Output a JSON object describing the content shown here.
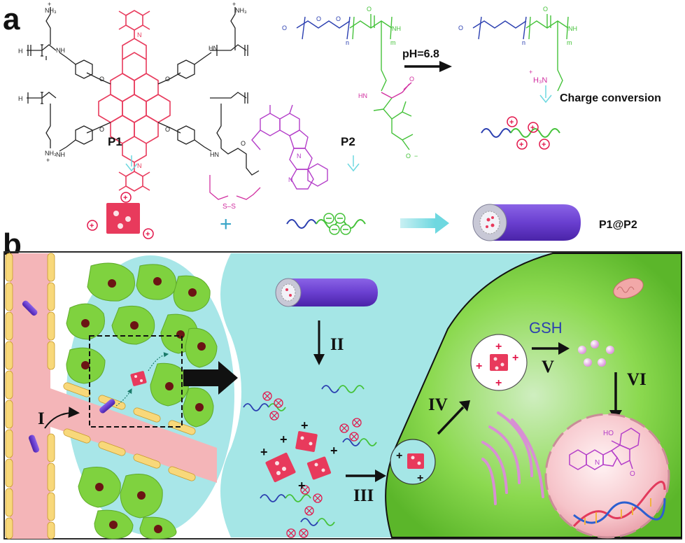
{
  "panels": {
    "a": "a",
    "b": "b"
  },
  "panel_a": {
    "polymer1_label": "P1",
    "polymer2_label": "P2",
    "ph_label": "pH=6.8",
    "charge_conversion": "Charge conversion",
    "complex_label": "P1@P2",
    "combine_symbol": "+",
    "subscripts": {
      "n": "n",
      "m": "m"
    },
    "atoms": {
      "NH3": "NH₃",
      "H3N": "H₃N",
      "N": "N",
      "O": "O",
      "H": "H",
      "NH": "NH",
      "HN": "HN",
      "plus": "+",
      "minus": "−",
      "S_S": "S–S",
      "HO": "HO"
    }
  },
  "panel_b": {
    "step_I": "I",
    "step_II": "II",
    "step_III": "III",
    "step_IV": "IV",
    "step_V": "V",
    "step_VI": "VI",
    "gsh_label": "GSH",
    "plus_sign": "+"
  },
  "colors": {
    "perylene": "#e83a5c",
    "p2_chain": "#45c23a",
    "peg_chain": "#2b3fb0",
    "drug": "#b43ec9",
    "linker": "#d12fa0",
    "cyan_arrow": "#6ed8e0",
    "vessel": "#f4b5b8",
    "cell_green": "#7fd23f",
    "extracellular": "#9fe4e4",
    "nucleus": "#f8c8cd",
    "micelle": "#6a3fd0",
    "charge_red": "#e2174b"
  }
}
